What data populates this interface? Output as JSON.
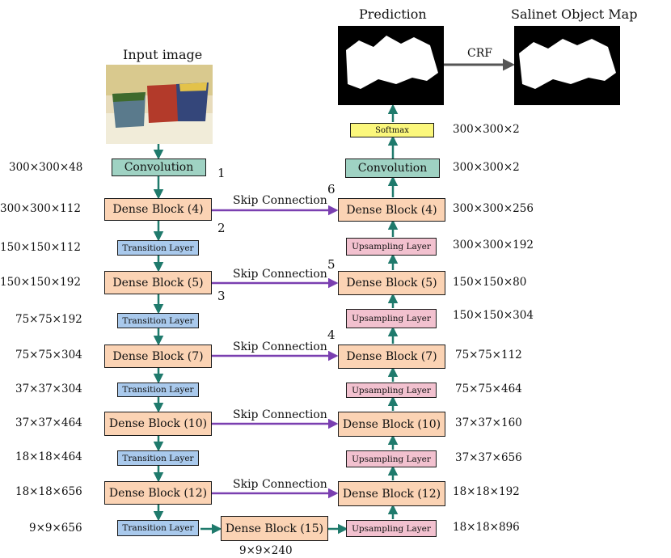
{
  "titles": {
    "input": "Input image",
    "prediction": "Prediction",
    "saliency": "Salinet Object Map",
    "crf": "CRF"
  },
  "encoder": {
    "convolution": "Convolution",
    "dense1": "Dense Block (4)",
    "trans1": "Transition Layer",
    "dense2": "Dense Block (5)",
    "trans2": "Transition Layer",
    "dense3": "Dense Block (7)",
    "trans3": "Transition Layer",
    "dense4": "Dense Block (10)",
    "trans4": "Transition Layer",
    "dense5": "Dense Block (12)",
    "trans5": "Transition Layer"
  },
  "bottleneck": {
    "label": "Dense Block (15)",
    "dim": "9×9×240"
  },
  "decoder": {
    "softmax": "Softmax",
    "convolution": "Convolution",
    "dense1": "Dense Block (4)",
    "up1": "Upsampling Layer",
    "dense2": "Dense Block (5)",
    "up2": "Upsampling Layer",
    "dense3": "Dense Block (7)",
    "up3": "Upsampling Layer",
    "dense4": "Dense Block (10)",
    "up4": "Upsampling Layer",
    "dense5": "Dense Block (12)",
    "up5": "Upsampling Layer"
  },
  "encoder_dims": [
    "300×300×48",
    "300×300×112",
    "150×150×112",
    "150×150×192",
    "75×75×192",
    "75×75×304",
    "37×37×304",
    "37×37×464",
    "18×18×464",
    "18×18×656",
    "9×9×656"
  ],
  "decoder_dims": [
    "300×300×2",
    "300×300×2",
    "300×300×256",
    "300×300×192",
    "150×150×80",
    "150×150×304",
    "75×75×112",
    "75×75×464",
    "37×37×160",
    "37×37×656",
    "18×18×192",
    "18×18×896"
  ],
  "skip_label": "Skip Connection",
  "step_numbers": [
    "1",
    "2",
    "3",
    "4",
    "5",
    "6"
  ],
  "colors": {
    "dense": "#fbd3b4",
    "transition": "#a9c9ec",
    "upsampling": "#f2c1cf",
    "convolution": "#9fd2c3",
    "softmax": "#fbf77c",
    "flow_arrow": "#1f7a6c",
    "skip_arrow": "#7a3fb0",
    "crf_arrow": "#666666"
  }
}
